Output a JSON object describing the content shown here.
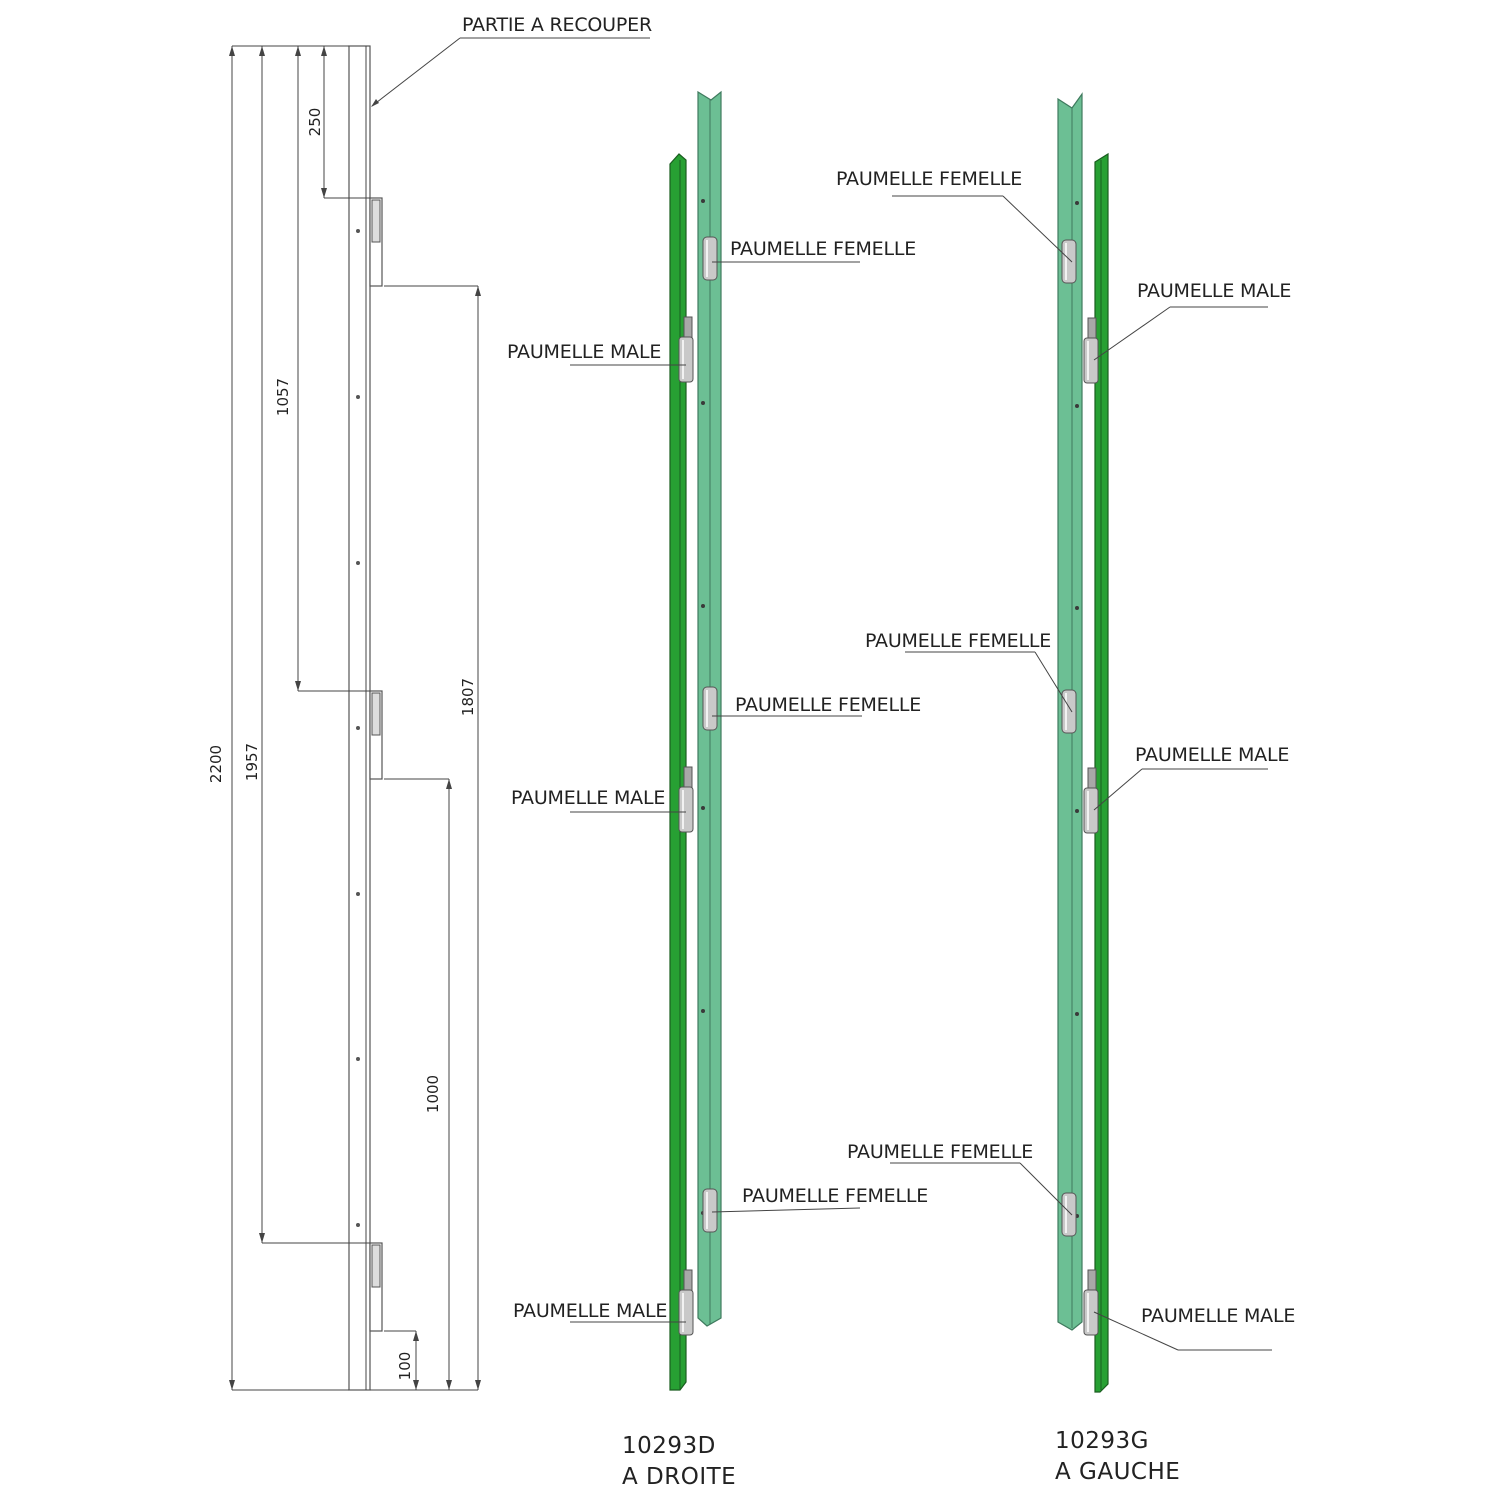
{
  "technical_drawing": {
    "cut_label": "PARTIE A RECOUPER",
    "dimensions": {
      "total": "2200",
      "d1957": "1957",
      "d1057": "1057",
      "d250": "250",
      "d1807": "1807",
      "d1000": "1000",
      "d100": "100"
    }
  },
  "right_hand": {
    "ref": "10293D",
    "side": "A DROITE",
    "labels": {
      "female_top": "PAUMELLE FEMELLE",
      "male_top": "PAUMELLE MALE",
      "female_mid": "PAUMELLE FEMELLE",
      "male_mid": "PAUMELLE MALE",
      "female_bot": "PAUMELLE FEMELLE",
      "male_bot": "PAUMELLE MALE"
    }
  },
  "left_hand": {
    "ref": "10293G",
    "side": "A GAUCHE",
    "labels": {
      "female_top": "PAUMELLE FEMELLE",
      "male_top": "PAUMELLE MALE",
      "female_mid": "PAUMELLE FEMELLE",
      "male_mid": "PAUMELLE MALE",
      "female_bot": "PAUMELLE FEMELLE",
      "male_bot": "PAUMELLE MALE"
    }
  },
  "colors": {
    "post_dark": "#27a033",
    "post_light": "#6cbf94",
    "hinge": "#c9c9c9"
  }
}
